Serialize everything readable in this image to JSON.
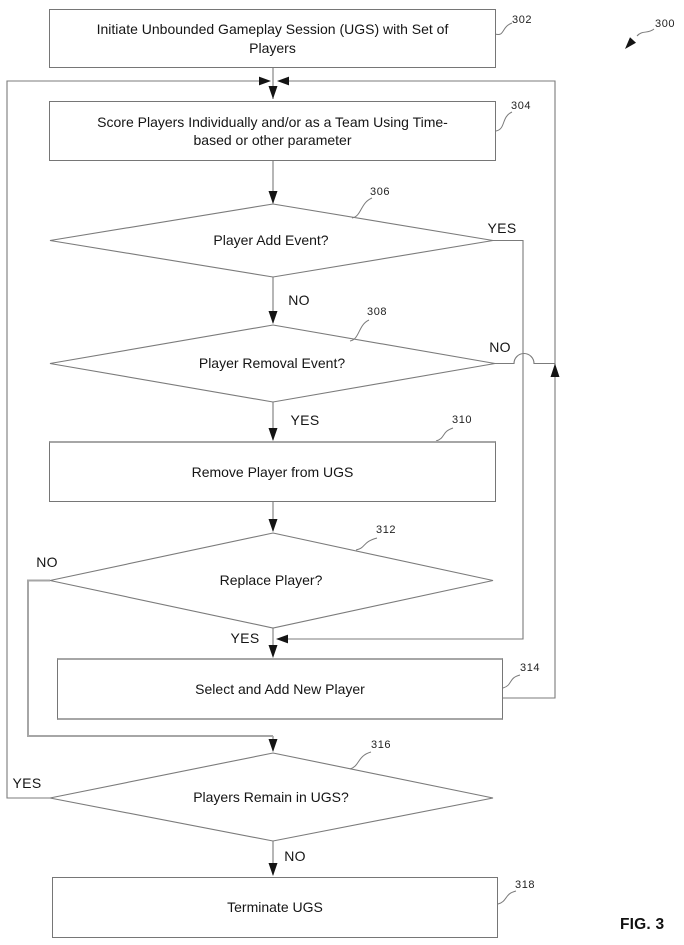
{
  "palette": {
    "line": "#7b7b7b",
    "thick_line": "#a6a6a6",
    "arrowhead": "#141414",
    "text": "#151515",
    "background": "#ffffff"
  },
  "figure": {
    "fig_label": "FIG. 3",
    "overall_ref": "300"
  },
  "nodes": {
    "n302": {
      "ref": "302",
      "label": "Initiate Unbounded Gameplay Session (UGS) with Set of Players"
    },
    "n304": {
      "ref": "304",
      "label": "Score Players Individually and/or as a Team Using Time-based or other parameter"
    },
    "n306": {
      "ref": "306",
      "label": "Player Add Event?"
    },
    "n308": {
      "ref": "308",
      "label": "Player Removal Event?"
    },
    "n310": {
      "ref": "310",
      "label": "Remove Player from UGS"
    },
    "n312": {
      "ref": "312",
      "label": "Replace Player?"
    },
    "n314": {
      "ref": "314",
      "label": "Select and Add New Player"
    },
    "n316": {
      "ref": "316",
      "label": "Players Remain in UGS?"
    },
    "n318": {
      "ref": "318",
      "label": "Terminate UGS"
    }
  },
  "branches": {
    "b306_yes": "YES",
    "b306_no": "NO",
    "b308_no": "NO",
    "b308_yes": "YES",
    "b312_no": "NO",
    "b312_yes": "YES",
    "b316_yes": "YES",
    "b316_no": "NO"
  }
}
